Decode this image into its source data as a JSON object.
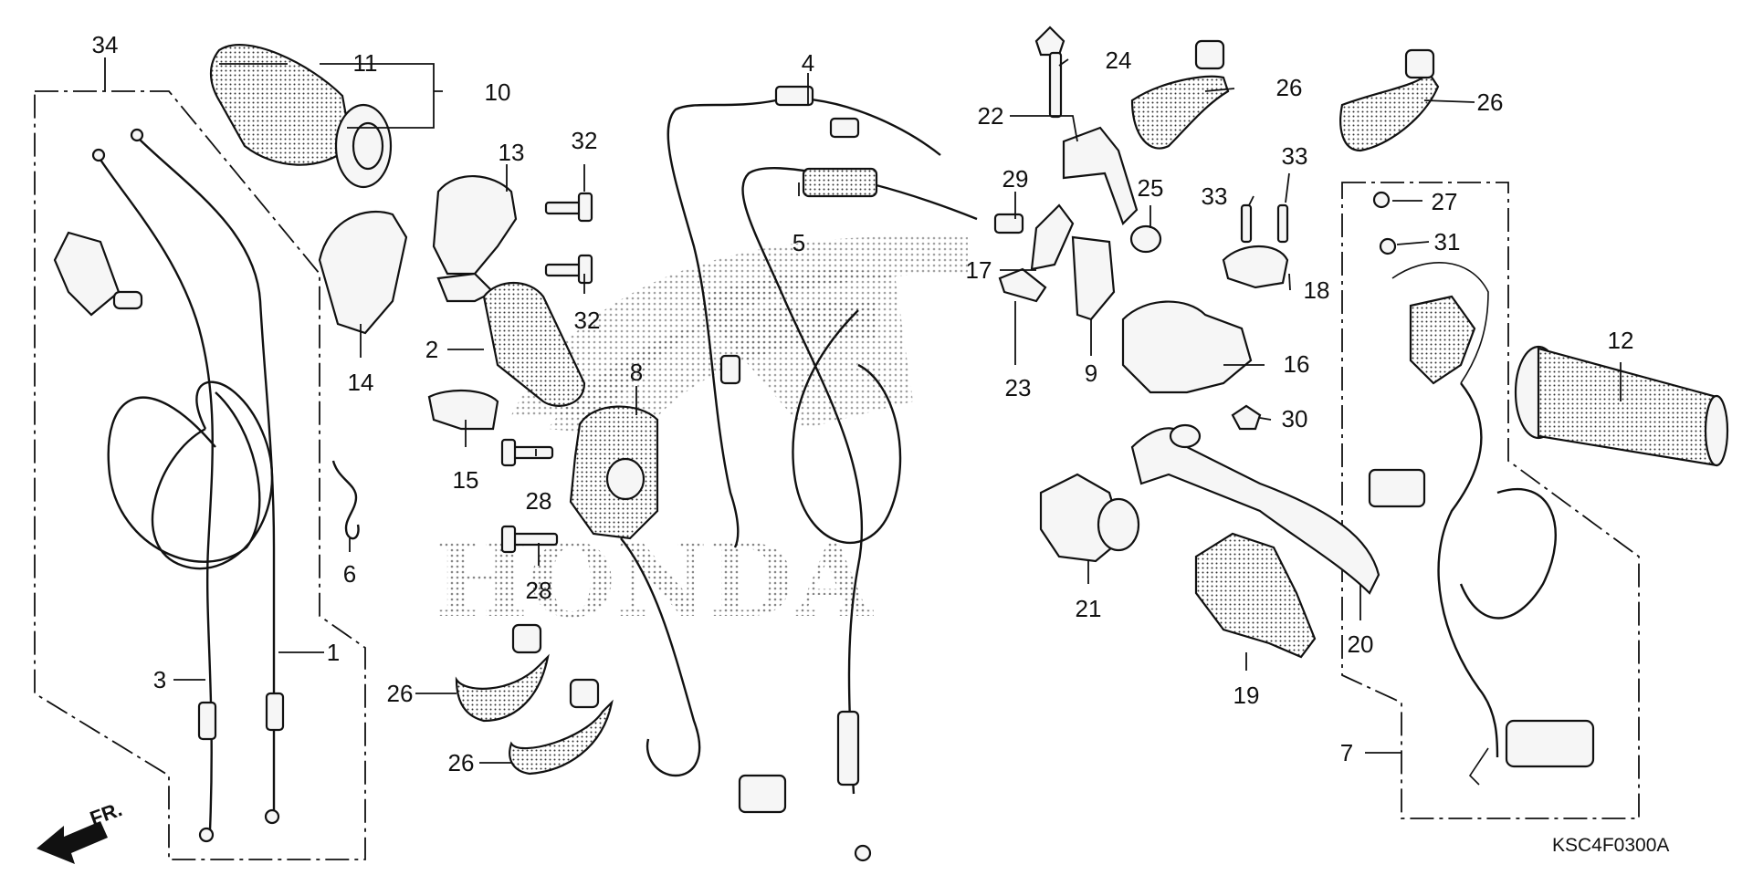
{
  "diagram": {
    "code": "KSC4F0300A",
    "watermark": "HONDA",
    "front_arrow": "FR."
  },
  "callouts": [
    "34",
    "11",
    "10",
    "4",
    "24",
    "26",
    "26",
    "22",
    "13",
    "32",
    "29",
    "25",
    "33",
    "33",
    "27",
    "5",
    "31",
    "17",
    "18",
    "14",
    "2",
    "32",
    "23",
    "9",
    "16",
    "12",
    "8",
    "30",
    "15",
    "28",
    "6",
    "21",
    "20",
    "28",
    "19",
    "26",
    "3",
    "1",
    "7",
    "26"
  ]
}
